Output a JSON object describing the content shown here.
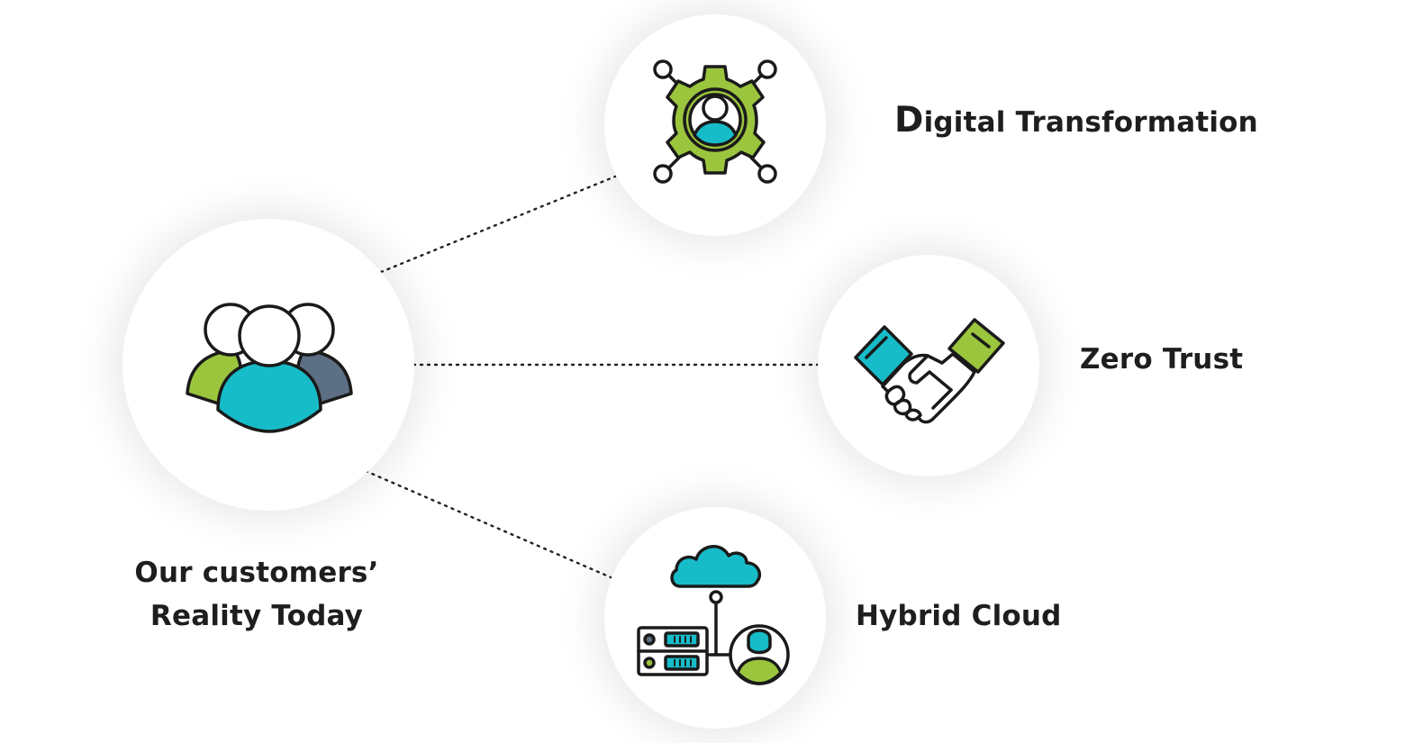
{
  "hub": {
    "label_line1": "Our customers’",
    "label_line2": "Reality Today",
    "icon": "user-group-icon"
  },
  "nodes": [
    {
      "id": "digital",
      "label_initial": "D",
      "label_rest": "igital Transformation",
      "icon": "gear-user-network-icon"
    },
    {
      "id": "zerotrust",
      "label": "Zero Trust",
      "icon": "handshake-icon"
    },
    {
      "id": "hybrid",
      "label": "Hybrid Cloud",
      "icon": "cloud-server-user-icon"
    }
  ],
  "colors": {
    "green": "#9bc53d",
    "teal": "#17bcc9",
    "slate": "#5c6f84",
    "outline": "#1a1a1a",
    "text": "#1e1e1e"
  }
}
